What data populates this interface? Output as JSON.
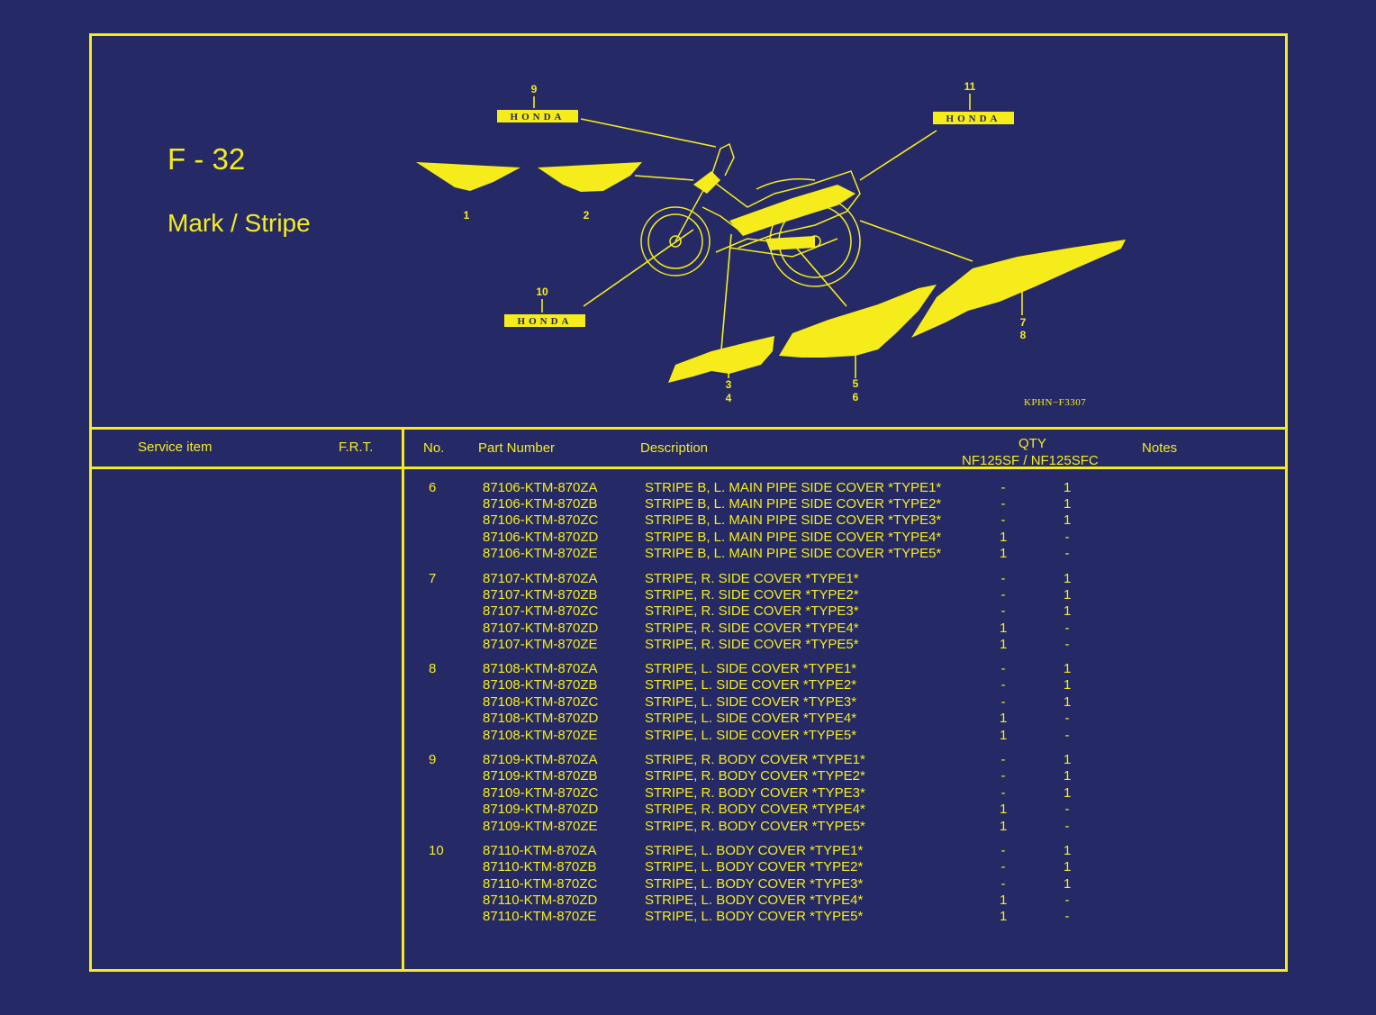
{
  "page": {
    "code": "F - 32",
    "title": "Mark / Stripe",
    "ref_code": "KPHN−F3307"
  },
  "diagram": {
    "callouts": [
      "9",
      "11",
      "1",
      "2",
      "10",
      "7",
      "8",
      "3",
      "4",
      "5",
      "6"
    ],
    "emblem_text": "HONDA"
  },
  "table": {
    "headers": {
      "service_item": "Service item",
      "frt": "F.R.T.",
      "no": "No.",
      "part_number": "Part Number",
      "description": "Description",
      "qty": "QTY",
      "qty_models": "NF125SF / NF125SFC",
      "notes": "Notes"
    },
    "rows": [
      {
        "no": "6",
        "part": "87106-KTM-870ZA",
        "desc": "STRIPE B, L. MAIN PIPE SIDE COVER *TYPE1*",
        "q1": "-",
        "q2": "1"
      },
      {
        "no": "",
        "part": "87106-KTM-870ZB",
        "desc": "STRIPE B, L. MAIN PIPE SIDE COVER *TYPE2*",
        "q1": "-",
        "q2": "1"
      },
      {
        "no": "",
        "part": "87106-KTM-870ZC",
        "desc": "STRIPE B, L. MAIN PIPE SIDE COVER *TYPE3*",
        "q1": "-",
        "q2": "1"
      },
      {
        "no": "",
        "part": "87106-KTM-870ZD",
        "desc": "STRIPE B, L. MAIN PIPE SIDE COVER *TYPE4*",
        "q1": "1",
        "q2": "-"
      },
      {
        "no": "",
        "part": "87106-KTM-870ZE",
        "desc": "STRIPE B, L. MAIN PIPE SIDE COVER *TYPE5*",
        "q1": "1",
        "q2": "-"
      },
      {
        "no": "7",
        "part": "87107-KTM-870ZA",
        "desc": "STRIPE, R. SIDE COVER *TYPE1*",
        "q1": "-",
        "q2": "1"
      },
      {
        "no": "",
        "part": "87107-KTM-870ZB",
        "desc": "STRIPE, R. SIDE COVER *TYPE2*",
        "q1": "-",
        "q2": "1"
      },
      {
        "no": "",
        "part": "87107-KTM-870ZC",
        "desc": "STRIPE, R. SIDE COVER *TYPE3*",
        "q1": "-",
        "q2": "1"
      },
      {
        "no": "",
        "part": "87107-KTM-870ZD",
        "desc": "STRIPE, R. SIDE COVER *TYPE4*",
        "q1": "1",
        "q2": "-"
      },
      {
        "no": "",
        "part": "87107-KTM-870ZE",
        "desc": "STRIPE, R. SIDE COVER *TYPE5*",
        "q1": "1",
        "q2": "-"
      },
      {
        "no": "8",
        "part": "87108-KTM-870ZA",
        "desc": "STRIPE, L. SIDE COVER *TYPE1*",
        "q1": "-",
        "q2": "1"
      },
      {
        "no": "",
        "part": "87108-KTM-870ZB",
        "desc": "STRIPE, L. SIDE COVER *TYPE2*",
        "q1": "-",
        "q2": "1"
      },
      {
        "no": "",
        "part": "87108-KTM-870ZC",
        "desc": "STRIPE, L. SIDE COVER *TYPE3*",
        "q1": "-",
        "q2": "1"
      },
      {
        "no": "",
        "part": "87108-KTM-870ZD",
        "desc": "STRIPE, L. SIDE COVER *TYPE4*",
        "q1": "1",
        "q2": "-"
      },
      {
        "no": "",
        "part": "87108-KTM-870ZE",
        "desc": "STRIPE, L. SIDE COVER *TYPE5*",
        "q1": "1",
        "q2": "-"
      },
      {
        "no": "9",
        "part": "87109-KTM-870ZA",
        "desc": "STRIPE, R. BODY COVER *TYPE1*",
        "q1": "-",
        "q2": "1"
      },
      {
        "no": "",
        "part": "87109-KTM-870ZB",
        "desc": "STRIPE, R. BODY COVER *TYPE2*",
        "q1": "-",
        "q2": "1"
      },
      {
        "no": "",
        "part": "87109-KTM-870ZC",
        "desc": "STRIPE, R. BODY COVER *TYPE3*",
        "q1": "-",
        "q2": "1"
      },
      {
        "no": "",
        "part": "87109-KTM-870ZD",
        "desc": "STRIPE, R. BODY COVER *TYPE4*",
        "q1": "1",
        "q2": "-"
      },
      {
        "no": "",
        "part": "87109-KTM-870ZE",
        "desc": "STRIPE, R. BODY COVER *TYPE5*",
        "q1": "1",
        "q2": "-"
      },
      {
        "no": "10",
        "part": "87110-KTM-870ZA",
        "desc": "STRIPE, L. BODY COVER *TYPE1*",
        "q1": "-",
        "q2": "1"
      },
      {
        "no": "",
        "part": "87110-KTM-870ZB",
        "desc": "STRIPE, L. BODY COVER *TYPE2*",
        "q1": "-",
        "q2": "1"
      },
      {
        "no": "",
        "part": "87110-KTM-870ZC",
        "desc": "STRIPE, L. BODY COVER *TYPE3*",
        "q1": "-",
        "q2": "1"
      },
      {
        "no": "",
        "part": "87110-KTM-870ZD",
        "desc": "STRIPE, L. BODY COVER *TYPE4*",
        "q1": "1",
        "q2": "-"
      },
      {
        "no": "",
        "part": "87110-KTM-870ZE",
        "desc": "STRIPE, L. BODY COVER *TYPE5*",
        "q1": "1",
        "q2": "-"
      }
    ]
  }
}
